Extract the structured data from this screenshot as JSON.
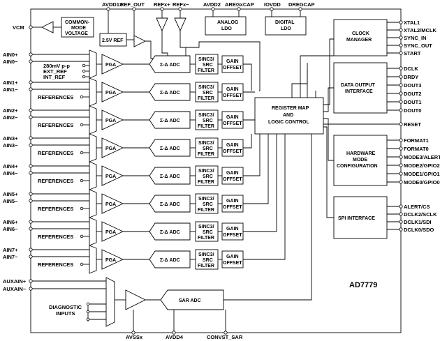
{
  "diagram": {
    "part_number": "AD7779",
    "top_pins": [
      "AVDD1x",
      "REF_OUT",
      "REFx+",
      "REFx−",
      "AVDD2",
      "AREGxCAP",
      "IOVDD",
      "DREGCAP"
    ],
    "bottom_pins": [
      "AVSSx",
      "AVDD4",
      "CONVST_SAR"
    ],
    "left_pins": {
      "vcm": "VCM",
      "ch_pos": [
        "AIN0+",
        "AIN1+",
        "AIN2+",
        "AIN3+",
        "AIN4+",
        "AIN5+",
        "AIN6+",
        "AIN7+"
      ],
      "ch_neg": [
        "AIN0−",
        "AIN1−",
        "AIN2−",
        "AIN3−",
        "AIN4−",
        "AIN5−",
        "AIN6−",
        "AIN7−"
      ],
      "ch0_refs": [
        "280mV p-p",
        "EXT_REF",
        "INT_REF"
      ],
      "references": "REFERENCES",
      "aux_pos": "AUXAIN+",
      "aux_neg": "AUXAIN−",
      "diagnostic": [
        "DIAGNOSTIC",
        "INPUTS"
      ]
    },
    "right_pins": {
      "clock": [
        "XTAL1",
        "XTAL2/MCLK",
        "SYNC_IN",
        "SYNC_OUT",
        "START"
      ],
      "data": [
        "DCLK",
        "DRDY",
        "DOUT3",
        "DOUT2",
        "DOUT1",
        "DOUT0"
      ],
      "reset": "RESET",
      "hw": [
        "FORMAT1",
        "FORMAT0",
        "MODE3/ALERT",
        "MODE2/GPIO2",
        "MODE1/GPIO1",
        "MODE0/GPIO0"
      ],
      "spi": [
        "ALERT/CS",
        "DCLK2/SCLK",
        "DCLK1/SDI",
        "DCLK0/SDO"
      ]
    },
    "blocks": {
      "common_mode": [
        "COMMON-",
        "MODE",
        "VOLTAGE"
      ],
      "ref_25": "2.5V REF",
      "analog_ldo": [
        "ANALOG",
        "LDO"
      ],
      "digital_ldo": [
        "DIGITAL",
        "LDO"
      ],
      "clock_manager": [
        "CLOCK",
        "MANAGER"
      ],
      "data_output": [
        "DATA OUTPUT",
        "INTERFACE"
      ],
      "register_map": [
        "REGISTER MAP",
        "AND",
        "LOGIC CONTROL"
      ],
      "hw_mode": [
        "HARDWARE",
        "MODE",
        "CONFIGURATION"
      ],
      "spi": "SPI INTERFACE",
      "pga": "PGA",
      "adc": "Σ-Δ ADC",
      "sinc": [
        "SINC3/",
        "SRC",
        "FILTER"
      ],
      "gain": [
        "GAIN",
        "OFFSET"
      ],
      "sar": "SAR ADC"
    }
  }
}
